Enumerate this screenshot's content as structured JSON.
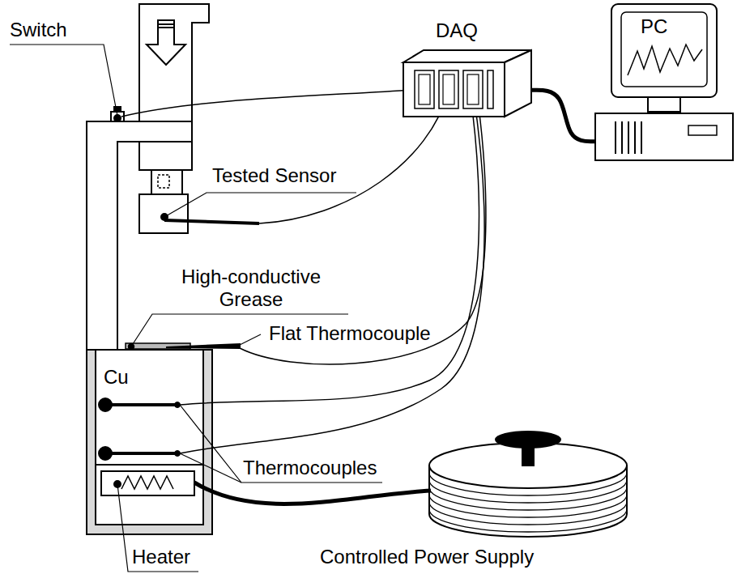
{
  "diagram": {
    "nodes": [
      {
        "text": [
          "DAQ"
        ]
      },
      {
        "text": [
          "PC"
        ]
      }
    ],
    "edges": [
      {
        "from": 0,
        "to": 1,
        "arrow": "none"
      }
    ],
    "labels": [
      "Switch",
      "Tested Sensor",
      "High-conductive Grease",
      "Flat Thermocouple",
      "Cu",
      "Thermocouples",
      "Heater",
      "Controlled Power Supply"
    ]
  }
}
